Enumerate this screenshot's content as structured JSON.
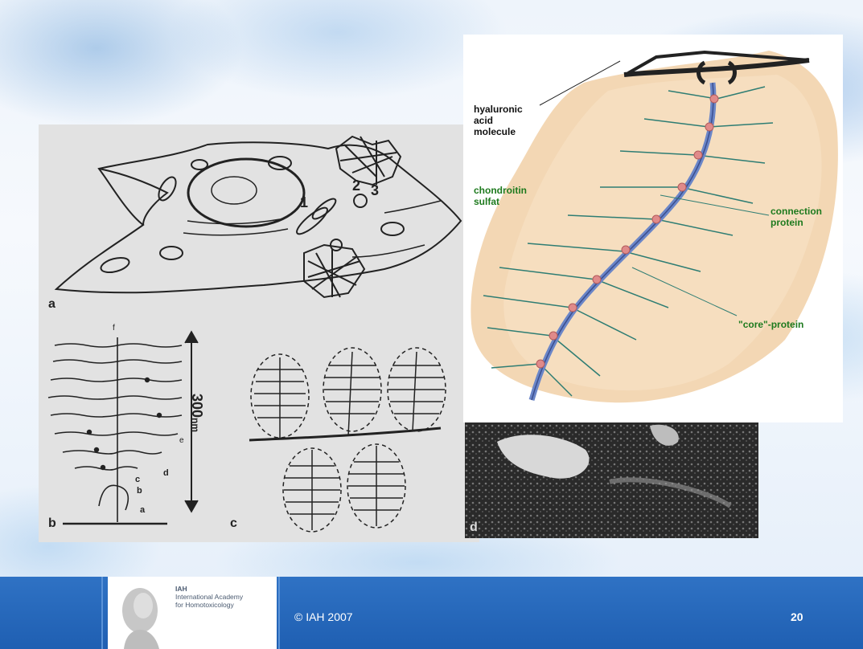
{
  "slide": {
    "footer": {
      "logo_line1": "IAH",
      "logo_line2": "International Academy",
      "logo_line3": "for Homotoxicology",
      "copyright": "© IAH 2007",
      "page_number": "20"
    }
  },
  "figure_left": {
    "panel_a": "a",
    "panel_b": "b",
    "panel_c": "c",
    "panel_d": "d",
    "organelle_1": "1",
    "organelle_2": "2",
    "organelle_3": "3",
    "scale_value": "300",
    "scale_unit": "nm",
    "parts": [
      "a",
      "b",
      "c",
      "d",
      "e",
      "f"
    ]
  },
  "figure_right": {
    "labels": {
      "hyaluronic": [
        "hyaluronic",
        "acid",
        "molecule"
      ],
      "chondroitin": [
        "chondroitin",
        "sulfat"
      ],
      "connection": [
        "connection",
        "protein"
      ],
      "core": "\"core\"-protein"
    },
    "colors": {
      "background_blob": "#f3d7b4",
      "core": "#6b86c8",
      "nodes": "#e08a8a",
      "branches": "#2e7d73",
      "label_green": "#1e7a1e"
    }
  }
}
